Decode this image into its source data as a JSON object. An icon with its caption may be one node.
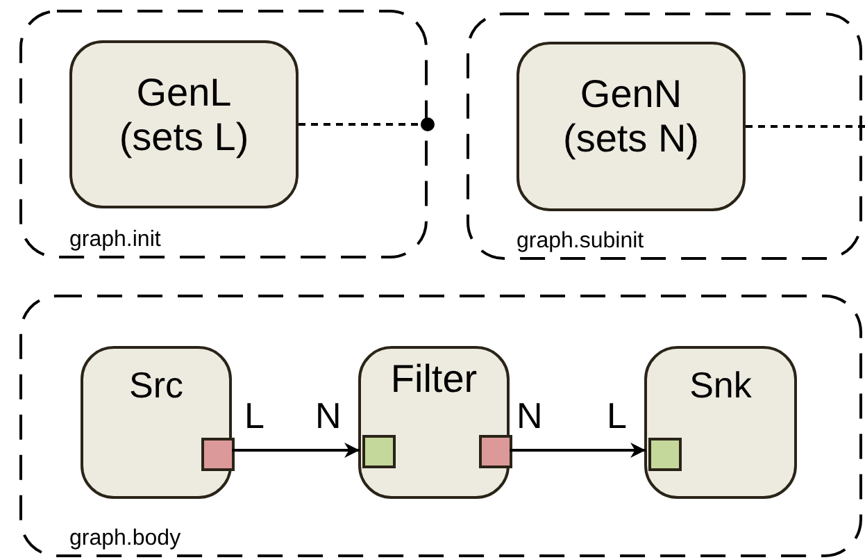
{
  "diagram": {
    "nodes": [
      {
        "text": [
          "graph.init"
        ]
      },
      {
        "text": [
          "GenL (sets L)"
        ],
        "in": 0
      },
      {
        "text": [
          "graph.subinit"
        ]
      },
      {
        "text": [
          "GenN (sets N)"
        ],
        "in": 2
      },
      {
        "text": [
          "graph.body"
        ]
      },
      {
        "text": [
          "Src"
        ],
        "in": 4
      },
      {
        "text": [
          "Filter"
        ],
        "in": 4
      },
      {
        "text": [
          "Snk"
        ],
        "in": 4
      },
      {
        "text": [],
        "shape": "box",
        "in": 5,
        "beside": [
          "L"
        ]
      },
      {
        "text": [],
        "shape": "box",
        "in": 6,
        "beside": [
          "N"
        ]
      },
      {
        "text": [],
        "shape": "box",
        "in": 6,
        "beside": [
          "N"
        ]
      },
      {
        "text": [],
        "shape": "box",
        "in": 7,
        "beside": [
          "L"
        ]
      }
    ],
    "edges": [
      {
        "from": 1,
        "to": 0,
        "arrow": "other",
        "style": "dashed"
      },
      {
        "from": 3,
        "to": null,
        "arrow": "none",
        "style": "dashed"
      },
      {
        "from": 8,
        "to": 9,
        "arrow": "to"
      },
      {
        "from": 10,
        "to": 11,
        "arrow": "to"
      }
    ]
  }
}
